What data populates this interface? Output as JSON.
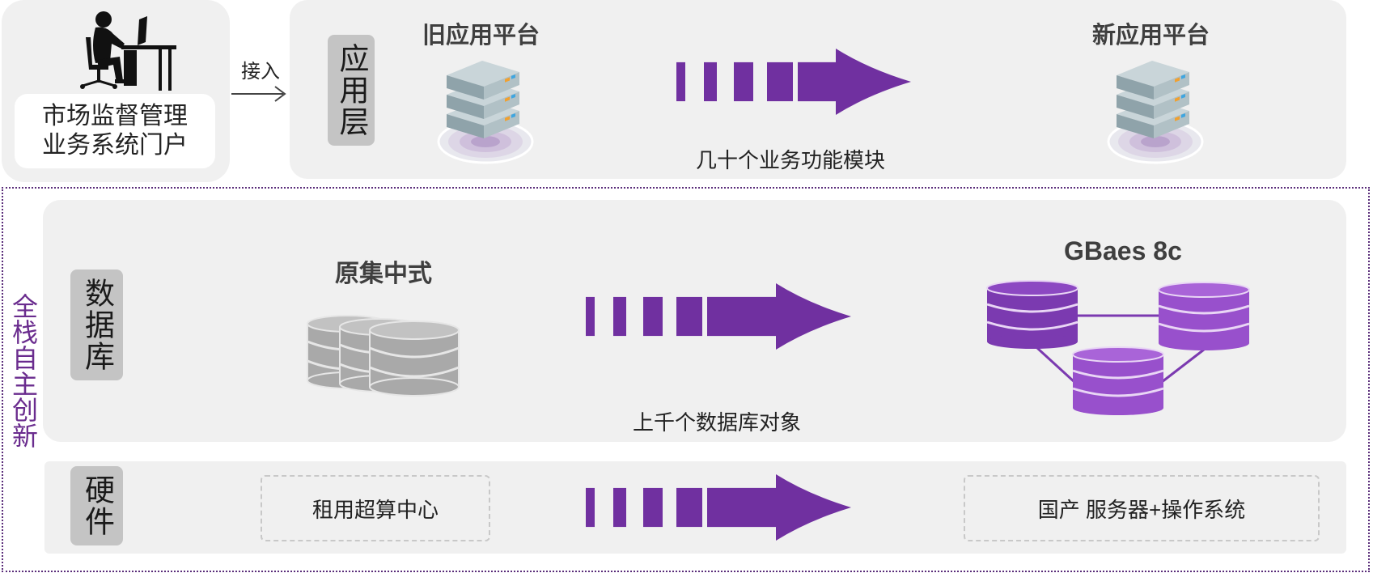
{
  "portal": {
    "line1": "市场监督管理",
    "line2": "业务系统门户"
  },
  "access_label": "接入",
  "app_layer": {
    "label": "应用层",
    "old_platform": "旧应用平台",
    "new_platform": "新应用平台",
    "caption": "几十个业务功能模块"
  },
  "stack_label": "全栈自主创新",
  "db_layer": {
    "label": "数据库",
    "old_title": "原集中式",
    "new_title": "GBaes 8c",
    "caption": "上千个数据库对象"
  },
  "hw_layer": {
    "label": "硬件",
    "old_box": "租用超算中心",
    "new_box": "国产 服务器+操作系统"
  },
  "colors": {
    "arrow": "#7030a0",
    "db_purple": "#7b3ab0",
    "db_purple_light": "#9850cc",
    "panel": "#f0f0f0",
    "label_bg": "#c4c4c4",
    "stack_text": "#6a2c8e"
  },
  "icons": {
    "user": "person-at-desk-icon",
    "server": "server-rack-icon",
    "gray_db": "database-cluster-icon",
    "purple_db": "distributed-database-icon",
    "arrow": "migration-arrow-icon"
  }
}
